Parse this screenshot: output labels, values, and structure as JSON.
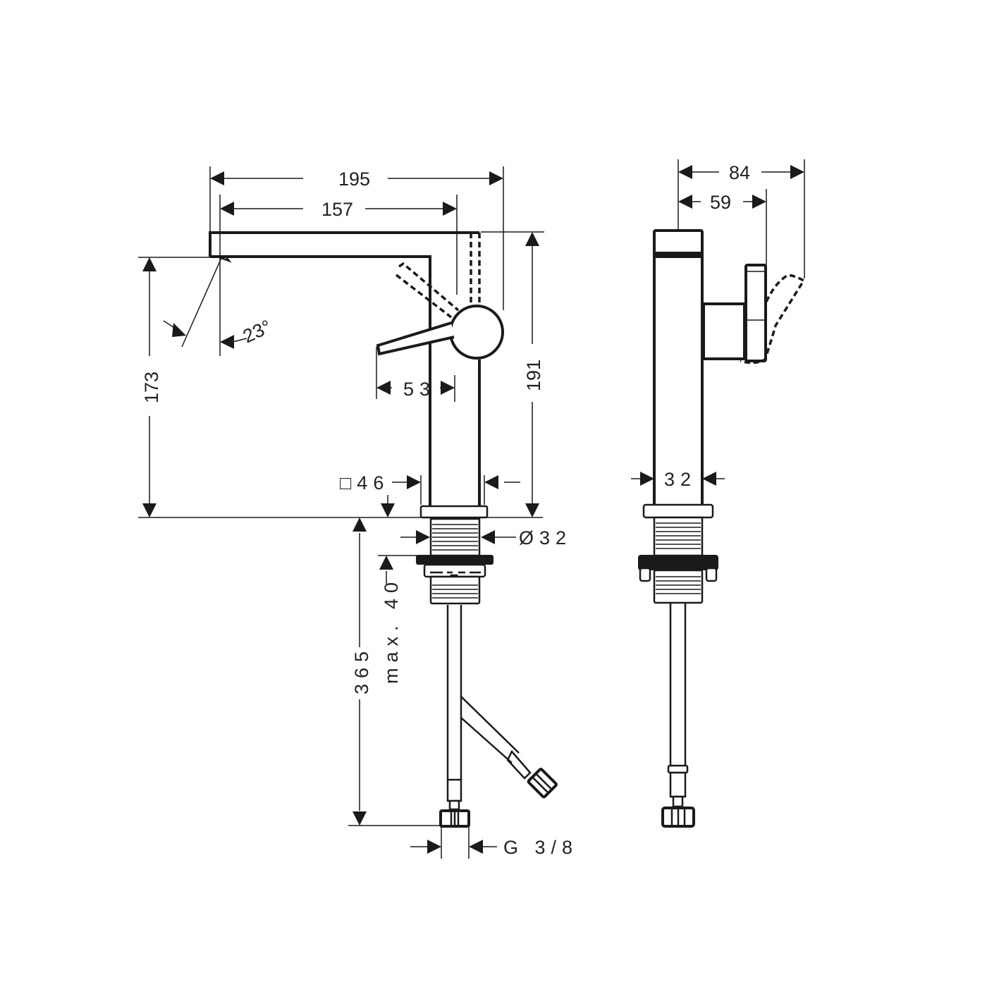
{
  "drawing": {
    "front_view": {
      "dimensions": {
        "overall_reach": "195",
        "spout_reach": "157",
        "spout_angle": "23°",
        "spout_height": "173",
        "overall_height": "191",
        "lever_length": "53",
        "base_square": "□46",
        "thread_diameter": "Ø32",
        "counter_thickness": "max. 40",
        "hose_length": "365",
        "connection_thread": "G 3/8"
      }
    },
    "side_view": {
      "dimensions": {
        "overall_depth": "84",
        "handle_depth": "59",
        "body_width": "32"
      }
    },
    "colors": {
      "line": "#1a1a1a",
      "background": "#ffffff"
    }
  }
}
